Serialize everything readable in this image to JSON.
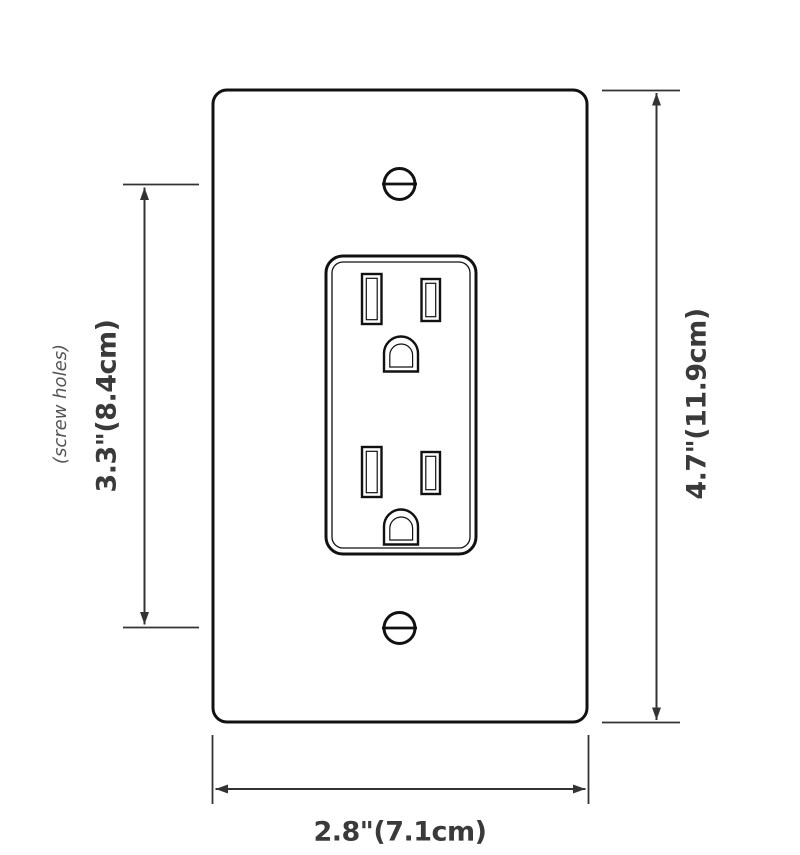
{
  "diagram": {
    "labels": {
      "height": "4.7\"(11.9cm)",
      "screw_spacing": "3.3\"(8.4cm)",
      "width": "2.8\"(7.1cm)",
      "screw_holes_note": "(screw holes)"
    },
    "colors": {
      "drawing_line": "#111111",
      "dimension_line": "#333333",
      "dimension_text": "#3a3a3a",
      "note_text": "#555555",
      "background": "#ffffff"
    }
  }
}
